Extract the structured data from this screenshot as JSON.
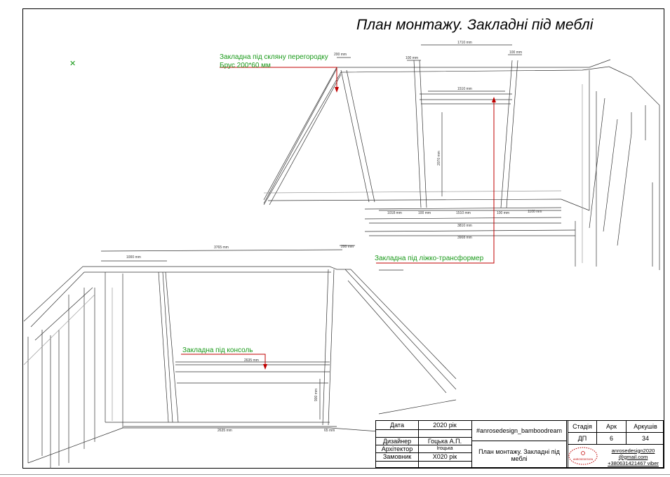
{
  "title": "План монтажу. Закладні під меблі",
  "annotations": {
    "glass_partition_line1": "Закладна під скляну перегородку",
    "glass_partition_line2": "Брус 200*60 мм",
    "bed": "Закладна під ліжко-трансформер",
    "console": "Закладна під консоль"
  },
  "dimensions": {
    "d200_top": "200 mm",
    "d100_left": "100 mm",
    "d1710": "1710 mm",
    "d100_right": "100 mm",
    "d1510": "1510 mm",
    "d2070": "2070 mm",
    "d1018": "1018 mm",
    "d100_b1": "100 mm",
    "d1510_b": "1510 mm",
    "d100_b2": "100 mm",
    "d1100": "1100 mm",
    "d3810": "3810 mm",
    "d3908": "3908 mm",
    "d3765": "3765 mm",
    "d1000": "1000 mm",
    "d200_mid": "200 mm",
    "d2635": "2635 mm",
    "d900": "900 mm",
    "d2635_b": "2635 mm",
    "d65": "65 mm"
  },
  "title_block": {
    "date_label": "Дата",
    "date_value": "2020 рік",
    "hashtag": "#anrosedesign_bamboodream",
    "stage_label": "Стадія",
    "sheet_label": "Арк",
    "sheets_label": "Аркушів",
    "designer_label": "Дизайнер",
    "designer_value": "Гоцька А.П.",
    "stage_value": "ДП",
    "sheet_value": "6",
    "sheets_value": "34",
    "architect_label": "Архітектор",
    "architect_value": "Ігоцька",
    "customer_label": "Замовник",
    "customer_value": "Х020 рік",
    "drawing_name": "План монтажу. Закладні під меблі",
    "contact_email_1": "anrosedesign2020",
    "contact_email_2": "@gmail.com",
    "contact_phone": "+380631421467 viber",
    "logo_text": "ANROSEDESIGN"
  },
  "colors": {
    "annotation_green": "#1a9a1a",
    "marker_red": "#c00000",
    "line_gray": "#333333"
  }
}
